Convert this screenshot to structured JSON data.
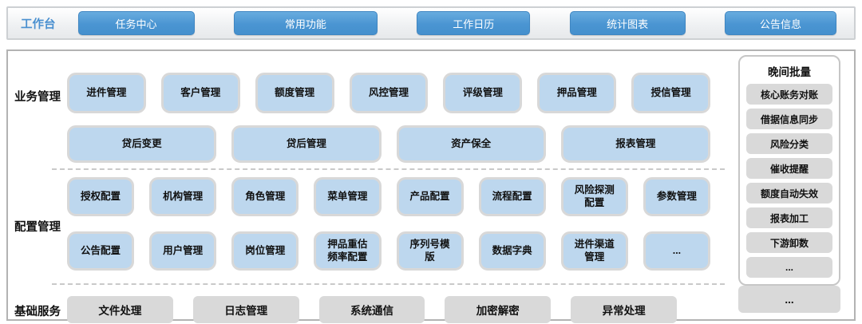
{
  "colors": {
    "accent_blue": "#4A95D2",
    "card_blue": "#BDD7EE",
    "grey_button": "#D9D9D9",
    "panel_border": "#B3B3B3"
  },
  "workbench": {
    "label": "工作台",
    "buttons": [
      "任务中心",
      "常用功能",
      "工作日历",
      "统计图表",
      "公告信息"
    ]
  },
  "sections": {
    "business": {
      "label": "业务管理",
      "row1": [
        "进件管理",
        "客户管理",
        "额度管理",
        "风控管理",
        "评级管理",
        "押品管理",
        "授信管理"
      ],
      "row2": [
        "贷后变更",
        "贷后管理",
        "资产保全",
        "报表管理"
      ]
    },
    "config": {
      "label": "配置管理",
      "row1": [
        "授权配置",
        "机构管理",
        "角色管理",
        "菜单管理",
        "产品配置",
        "流程配置",
        "风险探测配置",
        "参数管理"
      ],
      "row2": [
        "公告配置",
        "用户管理",
        "岗位管理",
        "押品重估频率配置",
        "序列号模版",
        "数据字典",
        "进件渠道管理",
        "..."
      ]
    },
    "basic": {
      "label": "基础服务",
      "items": [
        "文件处理",
        "日志管理",
        "系统通信",
        "加密解密",
        "异常处理"
      ],
      "more": "..."
    }
  },
  "night_batch": {
    "title": "晚间批量",
    "items": [
      "核心账务对账",
      "借据信息同步",
      "风险分类",
      "催收提醒",
      "额度自动失效",
      "报表加工",
      "下游卸数",
      "..."
    ]
  }
}
